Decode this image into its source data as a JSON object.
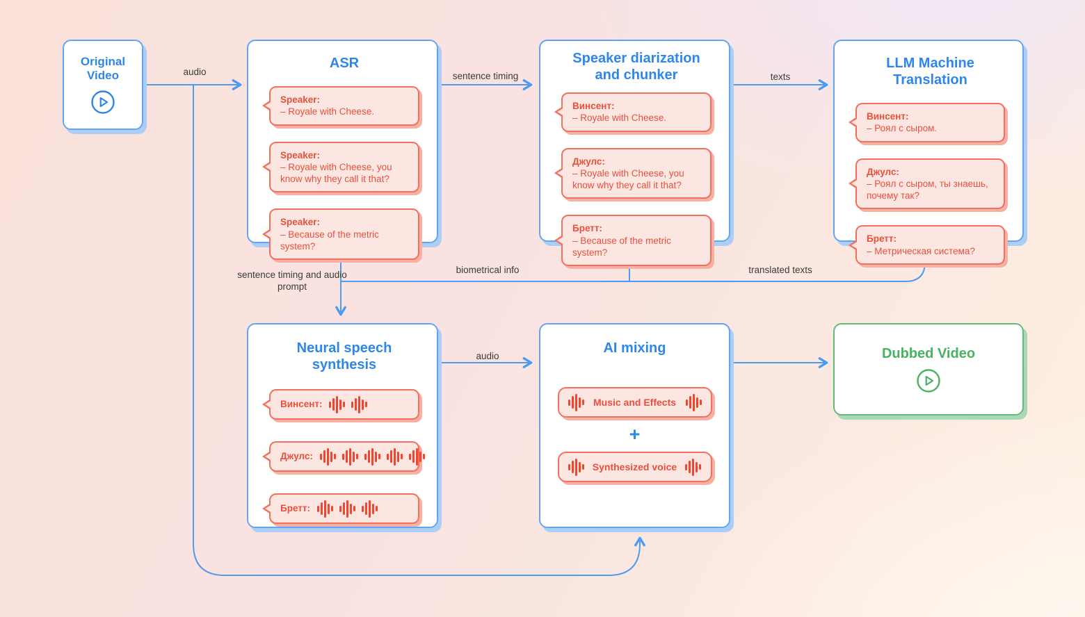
{
  "colors": {
    "accent_blue": "#2e86e9",
    "line_blue": "#4d9af2",
    "bubble_red": "#e8503b",
    "bubble_border": "#f2705e",
    "green": "#47b25f"
  },
  "nodes": {
    "original_video": {
      "title": "Original Video",
      "icon": "play-icon"
    },
    "asr": {
      "title": "ASR",
      "bubbles": [
        {
          "speaker": "Speaker:",
          "text": "– Royale with Cheese."
        },
        {
          "speaker": "Speaker:",
          "text": "– Royale with Cheese, you know why they call it that?"
        },
        {
          "speaker": "Speaker:",
          "text": "– Because of the metric system?"
        }
      ]
    },
    "diarization": {
      "title": "Speaker diarization and chunker",
      "bubbles": [
        {
          "speaker": "Винсент:",
          "text": "– Royale with Cheese."
        },
        {
          "speaker": "Джулс:",
          "text": "– Royale with Cheese, you know why they call it that?"
        },
        {
          "speaker": "Бретт:",
          "text": "– Because of the metric system?"
        }
      ]
    },
    "llm": {
      "title": "LLM Machine Translation",
      "bubbles": [
        {
          "speaker": "Винсент:",
          "text": "– Роял с сыром."
        },
        {
          "speaker": "Джулс:",
          "text": "– Роял с сыром, ты знаешь, почему так?"
        },
        {
          "speaker": "Бретт:",
          "text": "– Метрическая система?"
        }
      ]
    },
    "nss": {
      "title": "Neural speech synthesis",
      "voices": [
        {
          "name": "Винсент:",
          "waveform_glyphs": 2
        },
        {
          "name": "Джулс:",
          "waveform_glyphs": 5
        },
        {
          "name": "Бретт:",
          "waveform_glyphs": 3
        }
      ]
    },
    "mixing": {
      "title": "AI mixing",
      "chips": [
        {
          "label": "Music and Effects"
        },
        {
          "label": "Synthesized voice"
        }
      ],
      "plus": "+"
    },
    "dubbed": {
      "title": "Dubbed Video",
      "icon": "play-icon"
    }
  },
  "edges": {
    "audio_top": "audio",
    "sentence_timing": "sentence timing",
    "texts": "texts",
    "sentence_timing_audio_prompt": "sentence timing and audio prompt",
    "biometrical_info": "biometrical info",
    "translated_texts": "translated texts",
    "audio_bottom": "audio"
  }
}
